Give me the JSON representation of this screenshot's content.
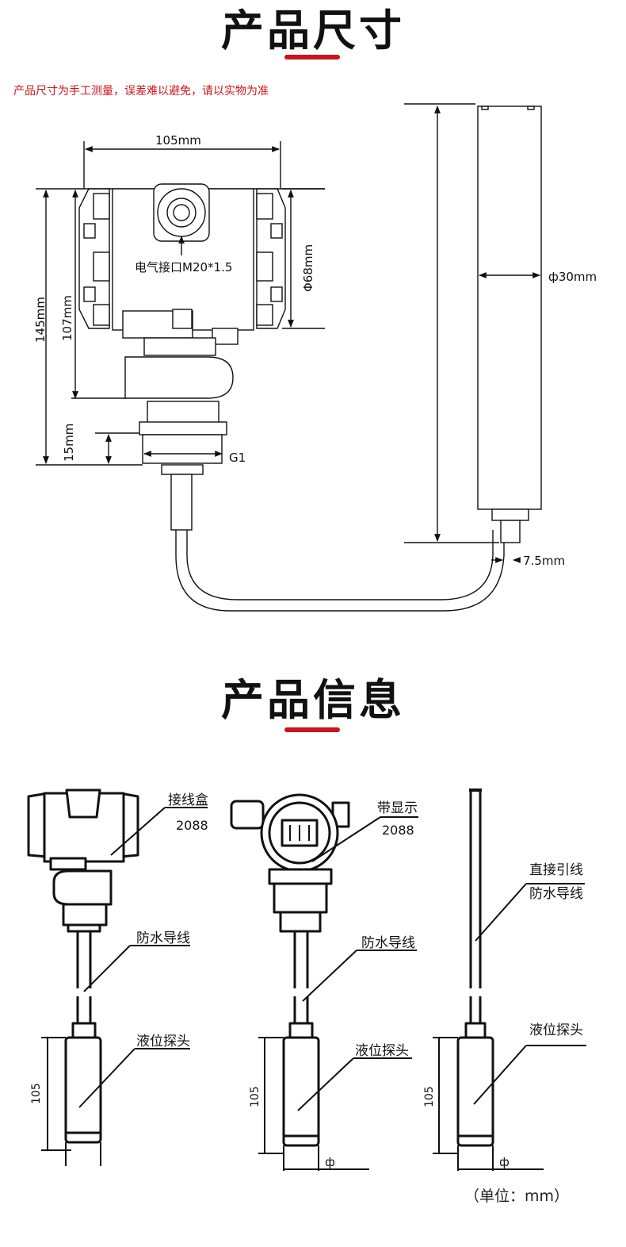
{
  "section1": {
    "title": "产品尺寸",
    "note": "产品尺寸为手工测量，误差难以避免，请以实物为准"
  },
  "drawing1": {
    "dim_width": "105mm",
    "conduit_label": "电气接口M20*1.5",
    "dim_phi68": "Φ68mm",
    "dim_145": "145mm",
    "dim_107": "107mm",
    "dim_15": "15mm",
    "thread_label": "G1",
    "dim_phi30": "ф30mm",
    "dim_cable": "7.5mm"
  },
  "section2": {
    "title": "产品信息"
  },
  "drawing2": {
    "a_box": "接线盒",
    "a_model": "2088",
    "a_cable": "防水导线",
    "a_probe": "液位探头",
    "a_len": "105",
    "b_box": "带显示",
    "b_model": "2088",
    "b_cable": "防水导线",
    "b_probe": "液位探头",
    "b_len": "105",
    "b_phi": "ф",
    "c_lead1": "直接引线",
    "c_lead2": "防水导线",
    "c_probe": "液位探头",
    "c_len": "105",
    "c_phi": "ф"
  },
  "unit_note": "（单位：mm）",
  "colors": {
    "accent": "#c8161d",
    "note": "#d0131b",
    "line": "#111111",
    "probe_fill": "#f4f4f4"
  }
}
